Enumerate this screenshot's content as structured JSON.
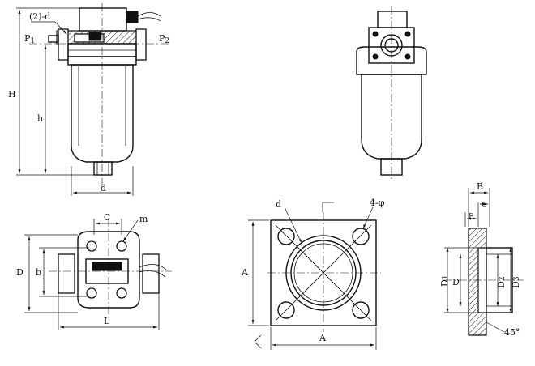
{
  "labels": {
    "two_d": "(2)-d",
    "p1": "P",
    "p1_sub": "1",
    "p2": "P",
    "p2_sub": "2",
    "H": "H",
    "h": "h",
    "d_bottom": "d",
    "C": "C",
    "m": "m",
    "D_left": "D",
    "b": "b",
    "L": "L",
    "d_flange": "d",
    "four_phi": "4-φ",
    "A_side": "A",
    "A_bottom": "A",
    "B": "B",
    "C_right": "C",
    "E": "E",
    "D1": "D",
    "D1_sub": "1",
    "D_right": "D",
    "D2": "D",
    "D2_sub": "2",
    "D3": "D",
    "D3_sub": "3",
    "angle": "45°"
  },
  "colors": {
    "line": "#111111",
    "background": "#ffffff"
  }
}
